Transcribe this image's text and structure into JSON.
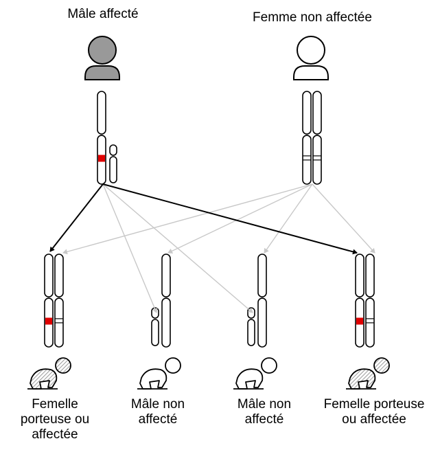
{
  "parents": {
    "father_label": "Mâle affecté",
    "mother_label": "Femme non affectée"
  },
  "children": [
    {
      "label": "Femelle\nporteuse ou\naffectée"
    },
    {
      "label": "Mâle non\naffecté"
    },
    {
      "label": "Mâle non\naffecté"
    },
    {
      "label": "Femelle porteuse\nou affectée"
    }
  ],
  "colors": {
    "affected_fill": "#999999",
    "mutation_red": "#e00000",
    "outline": "#000000",
    "inheritance_arrow": "#000000",
    "other_arrow": "#c8c8c8",
    "carrier_hatch": "#9a9a9a"
  },
  "icons": [
    "affected-male-person-icon",
    "unaffected-female-person-icon",
    "crawling-baby-icon"
  ]
}
